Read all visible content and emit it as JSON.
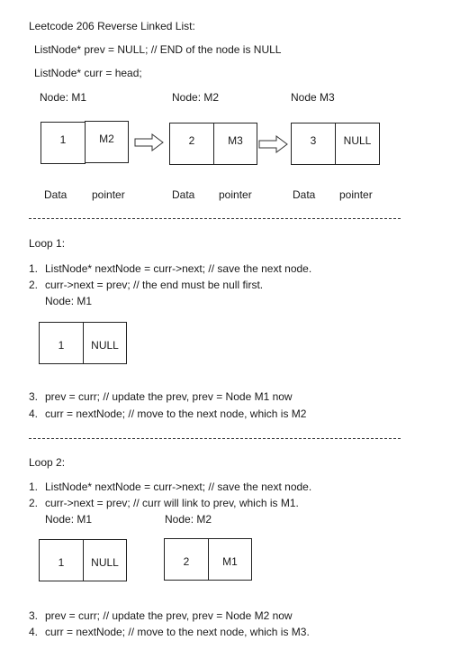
{
  "title": "Leetcode 206 Reverse Linked List:",
  "init": {
    "line1": "ListNode* prev = NULL; // END of the node is NULL",
    "line2": "ListNode* curr = head;"
  },
  "initial_list": {
    "node_labels": [
      "Node: M1",
      "Node: M2",
      "Node M3"
    ],
    "nodes": [
      {
        "data": "1",
        "pointer": "M2"
      },
      {
        "data": "2",
        "pointer": "M3"
      },
      {
        "data": "3",
        "pointer": "NULL"
      }
    ],
    "field_labels": {
      "data": "Data",
      "pointer": "pointer"
    }
  },
  "loop1": {
    "title": "Loop 1:",
    "steps": [
      {
        "num": "1.",
        "text": "ListNode* nextNode = curr->next; // save the next node."
      },
      {
        "num": "2.",
        "text": "curr->next = prev;  // the end must be null first."
      },
      {
        "num": "3.",
        "text": "prev = curr; // update the prev,     prev = Node M1 now"
      },
      {
        "num": "4.",
        "text": "curr = nextNode; // move to the next node, which is M2"
      }
    ],
    "node_label": "Node: M1",
    "node": {
      "data": "1",
      "pointer": "NULL"
    }
  },
  "loop2": {
    "title": "Loop 2:",
    "steps": [
      {
        "num": "1.",
        "text": "ListNode* nextNode = curr->next; // save the next node."
      },
      {
        "num": "2.",
        "text": "curr->next = prev; //   curr will link to prev, which is M1."
      },
      {
        "num": "3.",
        "text": "prev = curr; // update the prev,     prev = Node M2 now"
      },
      {
        "num": "4.",
        "text": "curr = nextNode; // move to the next node,  which is M3."
      }
    ],
    "node_labels": [
      "Node: M1",
      "Node: M2"
    ],
    "nodes": [
      {
        "data": "1",
        "pointer": "NULL"
      },
      {
        "data": "2",
        "pointer": "M1"
      }
    ]
  }
}
